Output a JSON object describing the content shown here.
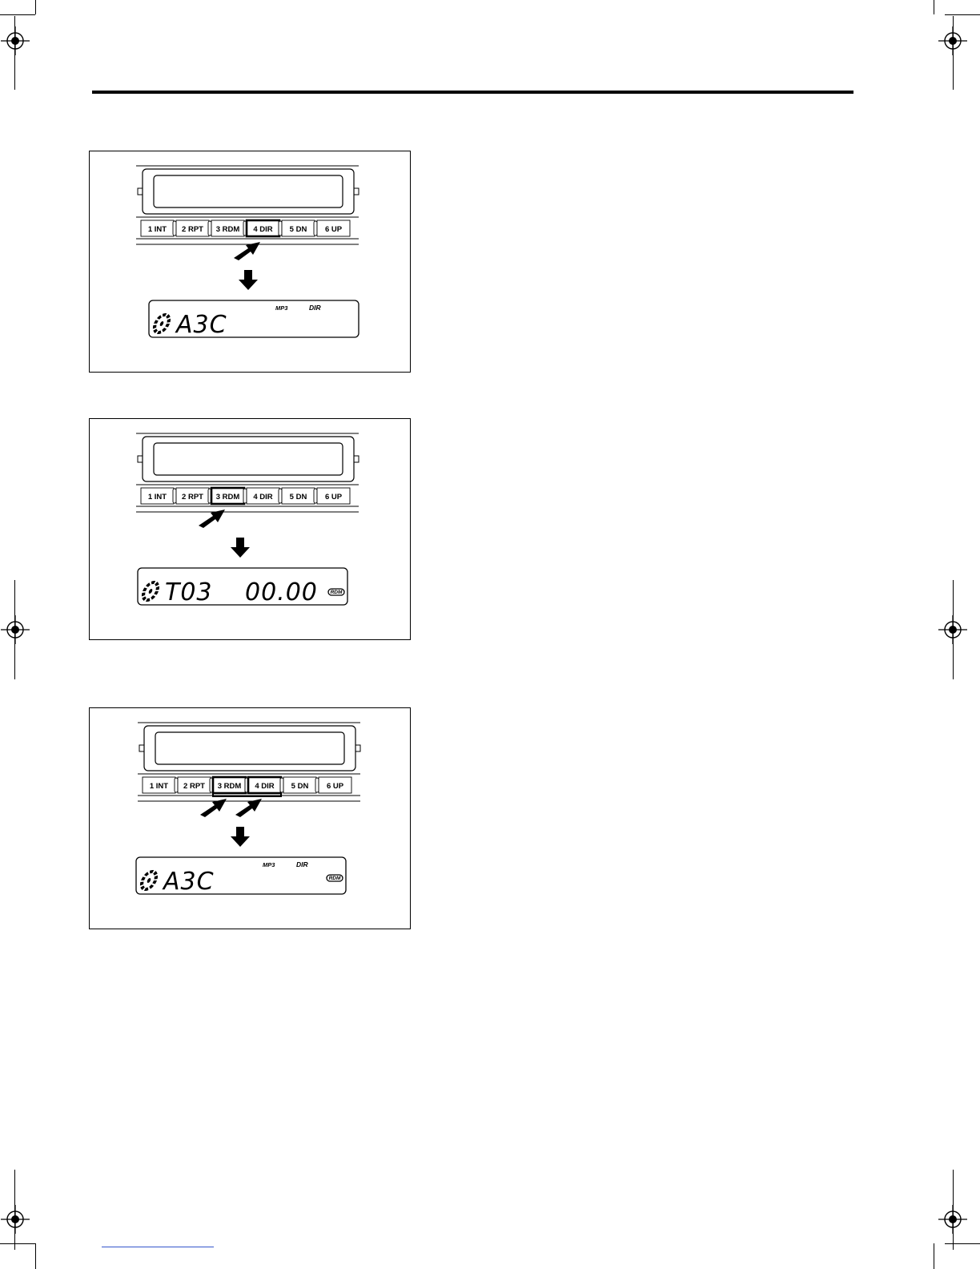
{
  "figures": [
    {
      "buttons": [
        "1 INT",
        "2 RPT",
        "3 RDM",
        "4 DIR",
        "5 DN",
        "6 UP"
      ],
      "pressed": [
        3
      ],
      "display": {
        "main": "A3C",
        "time": "",
        "mp3": "MP3",
        "dir": "DIR",
        "rdm": ""
      }
    },
    {
      "buttons": [
        "1 INT",
        "2 RPT",
        "3 RDM",
        "4 DIR",
        "5 DN",
        "6 UP"
      ],
      "pressed": [
        2
      ],
      "display": {
        "main": "T03",
        "time": "00.00",
        "mp3": "",
        "dir": "",
        "rdm": "RDM"
      }
    },
    {
      "buttons": [
        "1 INT",
        "2 RPT",
        "3 RDM",
        "4 DIR",
        "5 DN",
        "6 UP"
      ],
      "pressed": [
        2,
        3
      ],
      "display": {
        "main": "A3C",
        "time": "",
        "mp3": "MP3",
        "dir": "DIR",
        "rdm": "RDM"
      }
    }
  ]
}
